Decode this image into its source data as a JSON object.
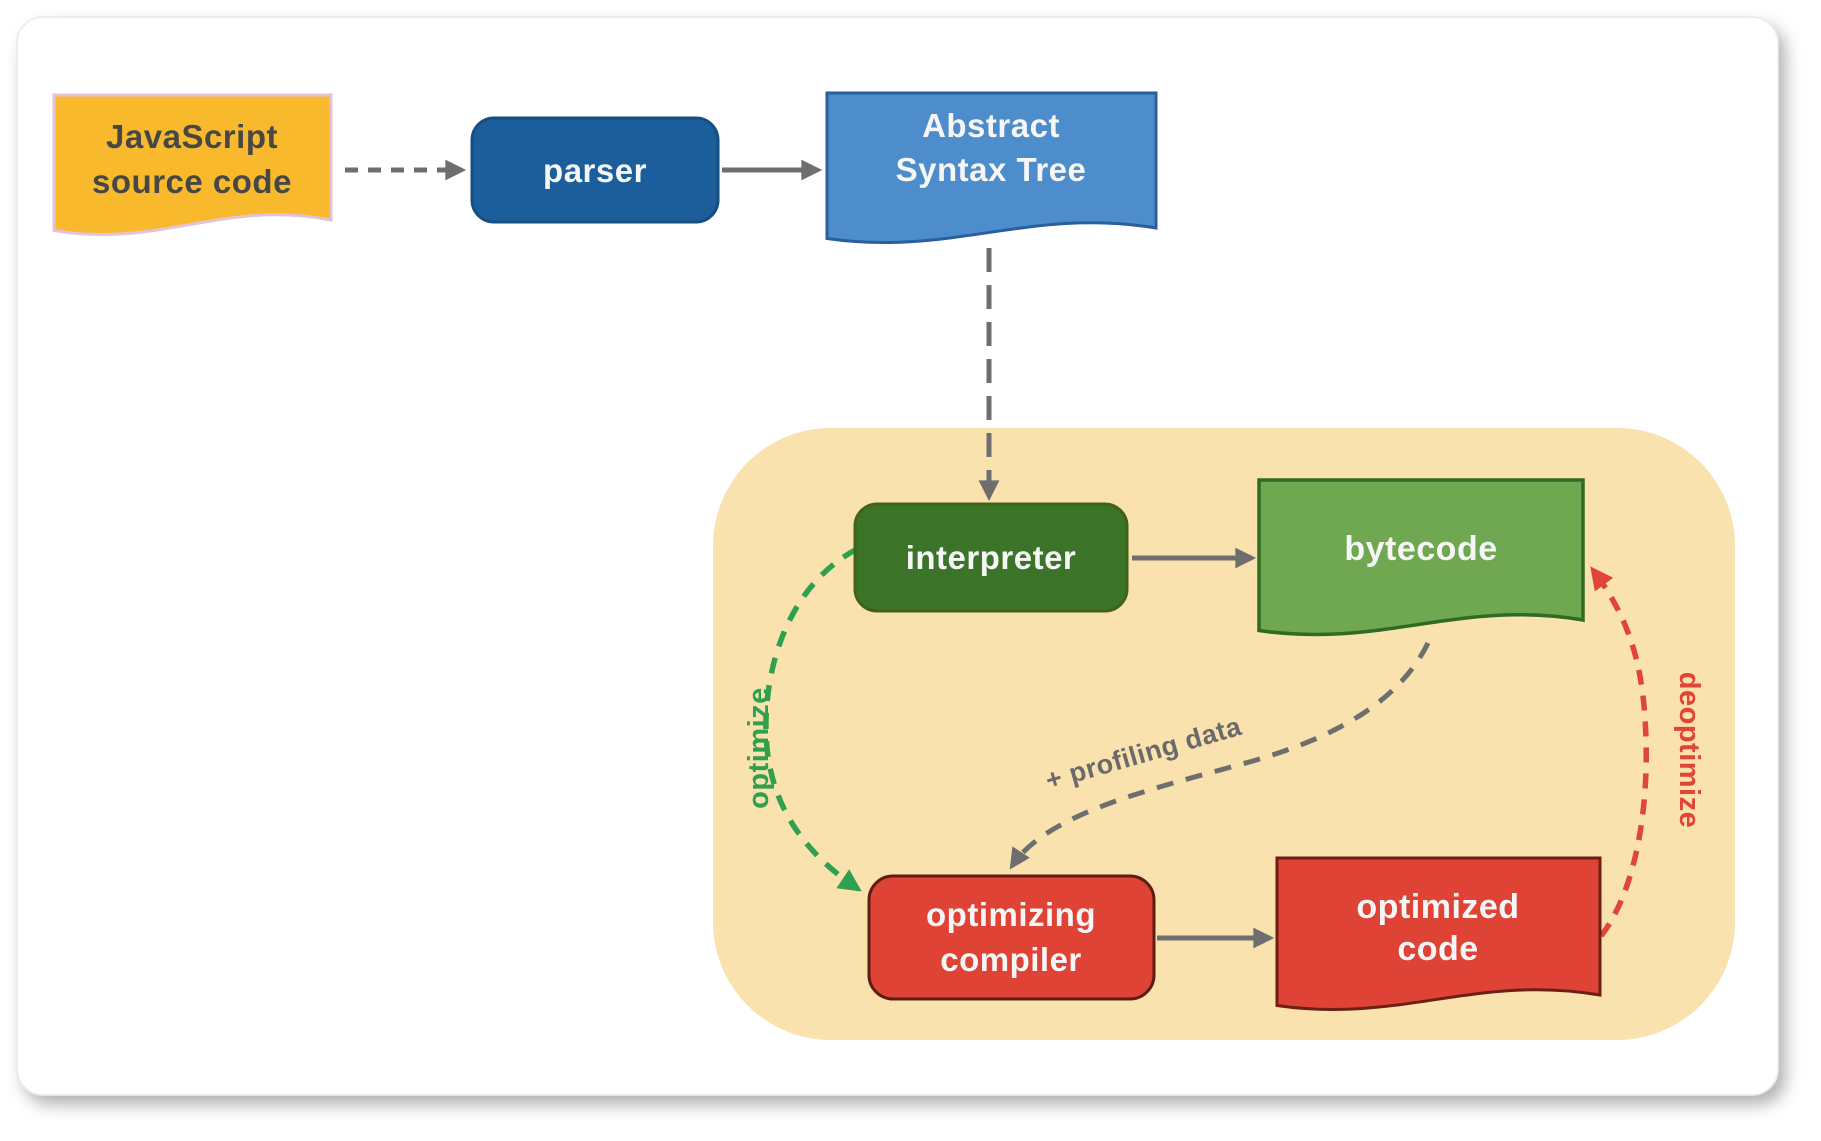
{
  "diagram": {
    "nodes": {
      "source": {
        "lines": [
          "JavaScript",
          "source code"
        ]
      },
      "parser": {
        "label": "parser"
      },
      "ast": {
        "lines": [
          "Abstract",
          "Syntax Tree"
        ]
      },
      "interpreter": {
        "label": "interpreter"
      },
      "bytecode": {
        "label": "bytecode"
      },
      "compiler": {
        "lines": [
          "optimizing",
          "compiler"
        ]
      },
      "optimized": {
        "lines": [
          "optimized",
          "code"
        ]
      }
    },
    "edges": {
      "profiling_label": "+ profiling data",
      "optimize_label": "optimize",
      "deoptimize_label": "deoptimize"
    },
    "colors": {
      "page_bg": "#ffffff",
      "card_bg": "#ffffff",
      "card_border": "#e9e9e9",
      "arrow_gray": "#6e6e6e",
      "profiling_gray": "#6a6a6a",
      "text_light": "#f6f6f6",
      "text_dark": "#474747",
      "source_fill": "#F8B92D",
      "source_border": "#E2C3DB",
      "parser_fill": "#1B5E9B",
      "parser_border": "#154E83",
      "ast_fill": "#4D8DCB",
      "ast_border": "#2B5E9C",
      "container_fill": "#FAE2AF",
      "interpreter_fill": "#3B7428",
      "interpreter_border": "#44611B",
      "bytecode_fill": "#6FA851",
      "bytecode_border": "#2F6B20",
      "compiler_fill": "#DF4336",
      "compiler_border": "#5E1D12",
      "optimized_fill": "#DF4336",
      "optimized_border": "#6B1F15",
      "optimize_green": "#2FA14E",
      "deoptimize_red": "#E04537"
    }
  }
}
